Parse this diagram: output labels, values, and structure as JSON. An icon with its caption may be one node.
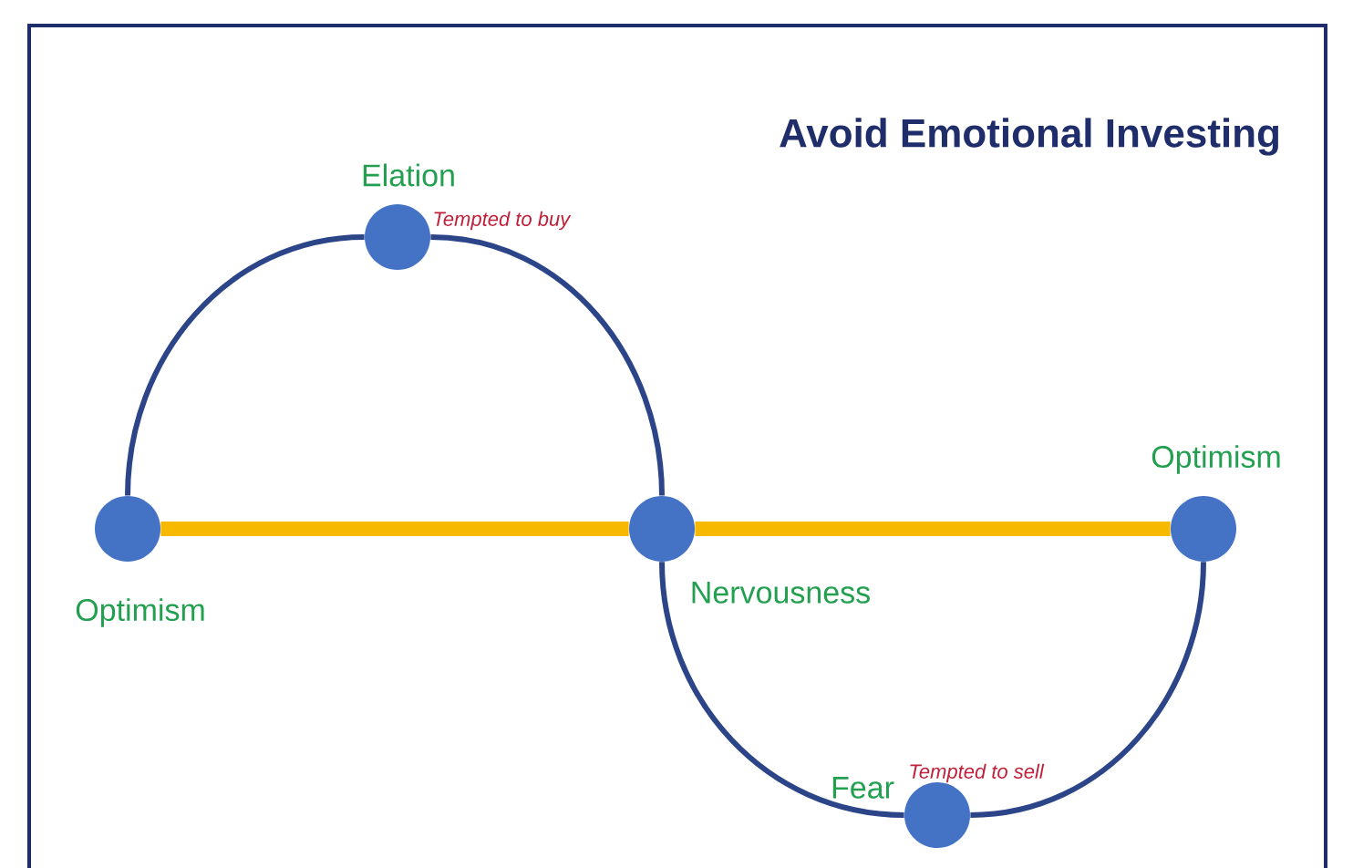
{
  "diagram": {
    "title": "Avoid Emotional Investing",
    "nodes": [
      {
        "text": [
          "Optimism"
        ]
      },
      {
        "text": [
          "Elation"
        ],
        "beside": [
          "Tempted to buy"
        ]
      },
      {
        "text": [
          "Nervousness"
        ]
      },
      {
        "text": [
          "Fear"
        ],
        "beside": [
          "Tempted to sell"
        ]
      },
      {
        "text": [
          "Optimism"
        ]
      }
    ],
    "edges": [
      {
        "from": 0,
        "to": 1,
        "arrow": "none"
      },
      {
        "from": 1,
        "to": 2,
        "arrow": "none"
      },
      {
        "from": 2,
        "to": 3,
        "arrow": "none"
      },
      {
        "from": 3,
        "to": 4,
        "arrow": "none"
      },
      {
        "from": 0,
        "to": 2,
        "arrow": "none",
        "style": "thick",
        "color": "#f7b900"
      },
      {
        "from": 2,
        "to": 4,
        "arrow": "none",
        "style": "thick",
        "color": "#f7b900"
      }
    ]
  }
}
